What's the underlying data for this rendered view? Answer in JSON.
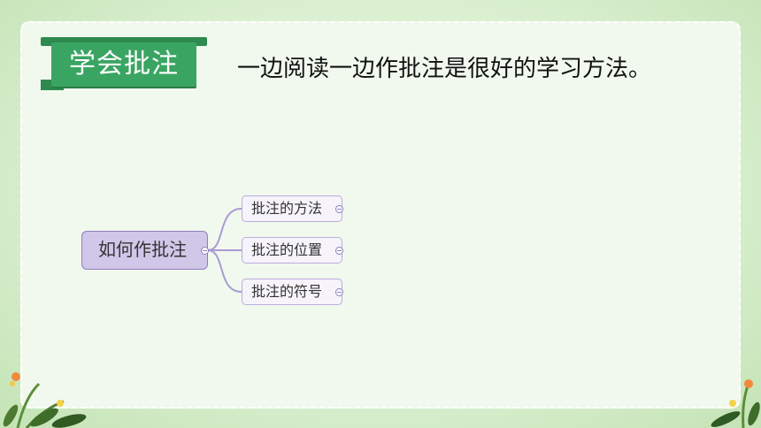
{
  "title_tab": {
    "label": "学会批注"
  },
  "headline": "一边阅读一边作批注是很好的学习方法。",
  "mindmap": {
    "root": {
      "label": "如何作批注"
    },
    "children": [
      {
        "label": "批注的方法"
      },
      {
        "label": "批注的位置"
      },
      {
        "label": "批注的符号"
      }
    ]
  },
  "colors": {
    "accent_green": "#3aa562",
    "node_purple": "#d1c7e9",
    "connector_purple": "#8f7fbf"
  }
}
